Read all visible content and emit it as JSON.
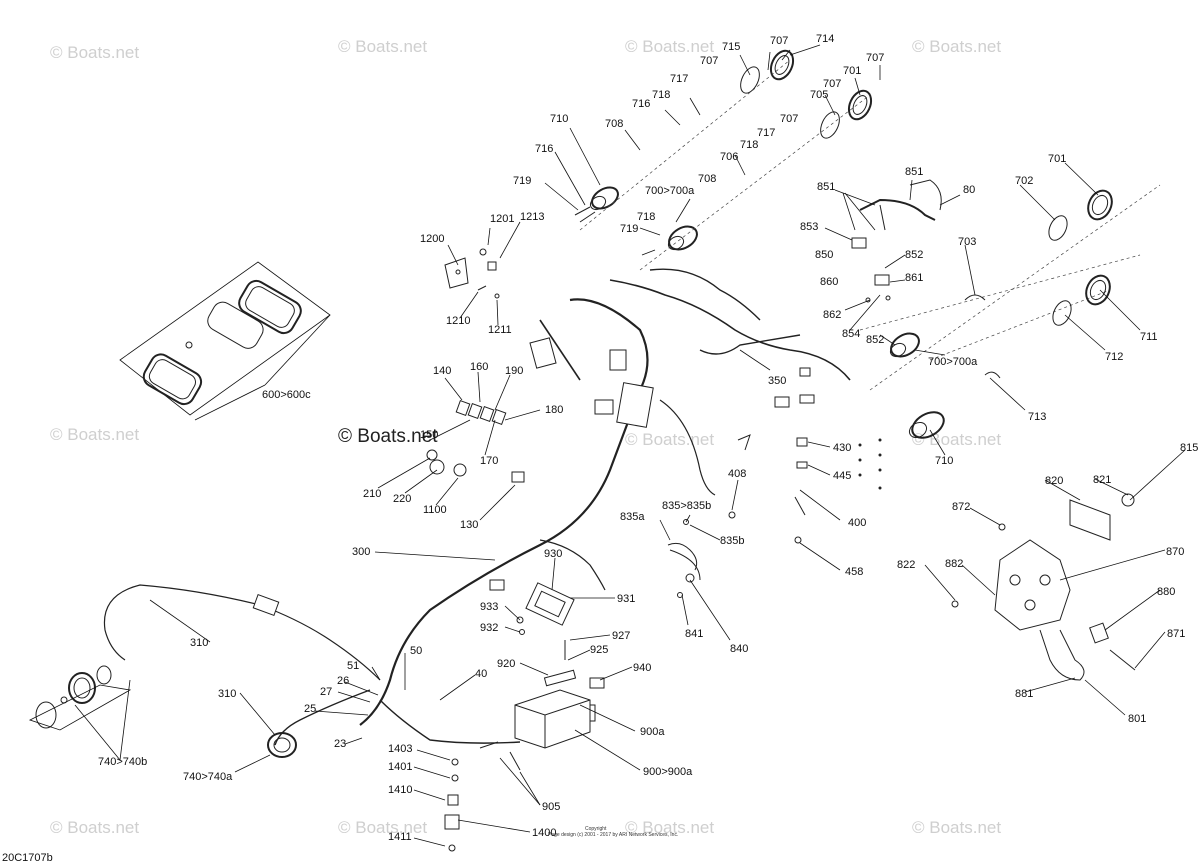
{
  "watermark": {
    "text": "© Boats.net"
  },
  "main_watermark": {
    "text": "© Boats.net"
  },
  "figure_id": "20C1707b",
  "copyright_lines": [
    "Copyright",
    "Page design (c) 2001 - 2017 by ARI Network Services, Inc."
  ],
  "callouts": [
    "707",
    "714",
    "715",
    "707",
    "707",
    "701",
    "707",
    "705",
    "717",
    "718",
    "716",
    "710",
    "708",
    "707",
    "717",
    "718",
    "706",
    "716",
    "719",
    "708",
    "700>700a",
    "719",
    "718",
    "1213",
    "1201",
    "1200",
    "1210",
    "1211",
    "851",
    "851",
    "80",
    "853",
    "850",
    "852",
    "860",
    "861",
    "862",
    "854",
    "852",
    "700>700a",
    "701",
    "702",
    "703",
    "711",
    "712",
    "713",
    "710",
    "350",
    "600>600c",
    "140",
    "160",
    "190",
    "180",
    "150",
    "170",
    "210",
    "220",
    "1100",
    "130",
    "430",
    "445",
    "408",
    "400",
    "458",
    "835>835b",
    "835a",
    "835b",
    "300",
    "930",
    "931",
    "933",
    "932",
    "927",
    "925",
    "920",
    "940",
    "841",
    "840",
    "310",
    "51",
    "50",
    "40",
    "27",
    "26",
    "25",
    "23",
    "310",
    "740>740b",
    "740>740a",
    "900a",
    "900>900a",
    "1403",
    "1401",
    "1410",
    "1400",
    "1411",
    "905",
    "821",
    "815",
    "820",
    "872",
    "870",
    "822",
    "882",
    "880",
    "871",
    "881",
    "801"
  ]
}
